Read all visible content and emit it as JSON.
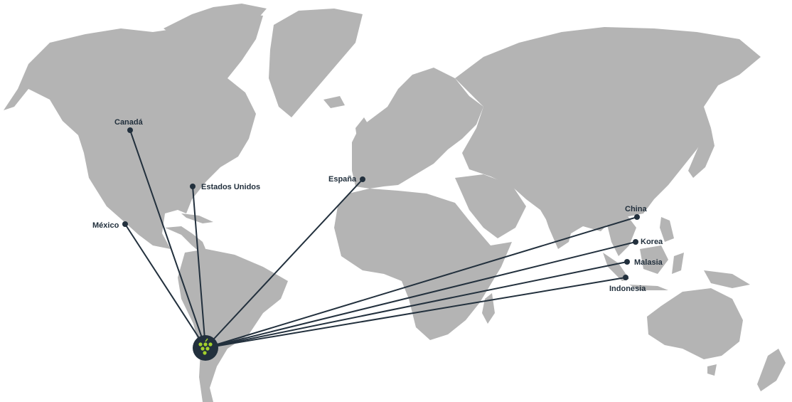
{
  "colors": {
    "land": "#b4b4b4",
    "route": "#22303d",
    "hub": "#22303d",
    "hub_icon": "#a3d12c"
  },
  "hub": {
    "icon": "grapes-icon"
  },
  "destinations": [
    {
      "id": "canada",
      "label": "Canadá"
    },
    {
      "id": "usa",
      "label": "Estados Unidos"
    },
    {
      "id": "mexico",
      "label": "México"
    },
    {
      "id": "spain",
      "label": "España"
    },
    {
      "id": "china",
      "label": "China"
    },
    {
      "id": "korea",
      "label": "Korea"
    },
    {
      "id": "malaysia",
      "label": "Malasia"
    },
    {
      "id": "indonesia",
      "label": "Indonesia"
    }
  ]
}
